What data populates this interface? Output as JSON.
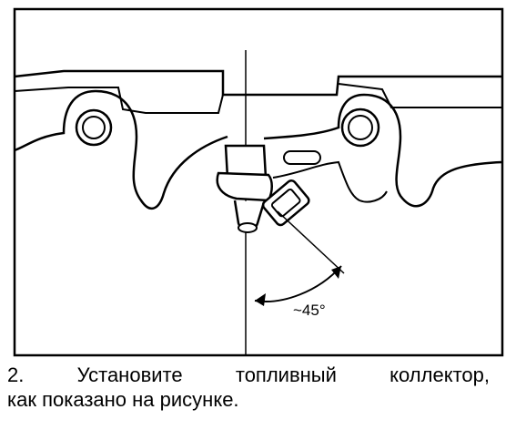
{
  "figure": {
    "angle_label": "~45°"
  },
  "caption": {
    "line1": "2. Установите топливный коллектор,",
    "line2": "как показано на рисунке."
  }
}
